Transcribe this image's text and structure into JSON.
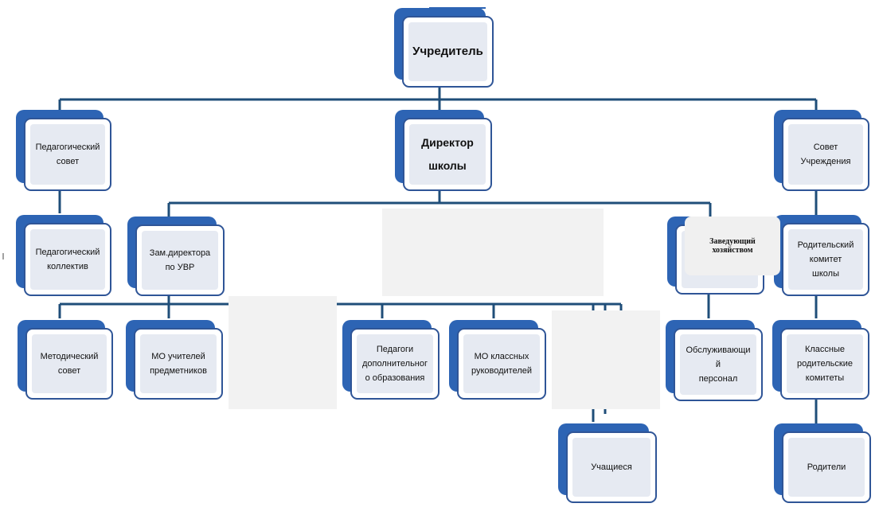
{
  "nodes": {
    "founder": "Учредитель",
    "ped_council": "Педагогический\nсовет",
    "director": "Директор\nшколы",
    "institution_council": "Совет\nУчреждения",
    "ped_staff": "Педагогический\nколлектив",
    "deputy_director": "Зам.директора\nпо УВР",
    "supply_manager": "Заведующий\nхозяйством",
    "parent_committee": "Родительский\nкомитет\nшколы",
    "methodical_council": "Методический\nсовет",
    "subject_teachers": "МО учителей\nпредметников",
    "extra_edu_teachers": "Педагоги\nдополнительног\nо образования",
    "class_teachers": "МО классных\nруководителей",
    "service_staff": "Обслуживающи\nй\nперсонал",
    "class_parent_committees": "Классные\nродительские\nкомитеты",
    "students": "Учащиеся",
    "parents": "Родители"
  },
  "colors": {
    "accent": "#2d64b4",
    "line": "#1f4e79",
    "node_fill": "#e6eaf2"
  }
}
